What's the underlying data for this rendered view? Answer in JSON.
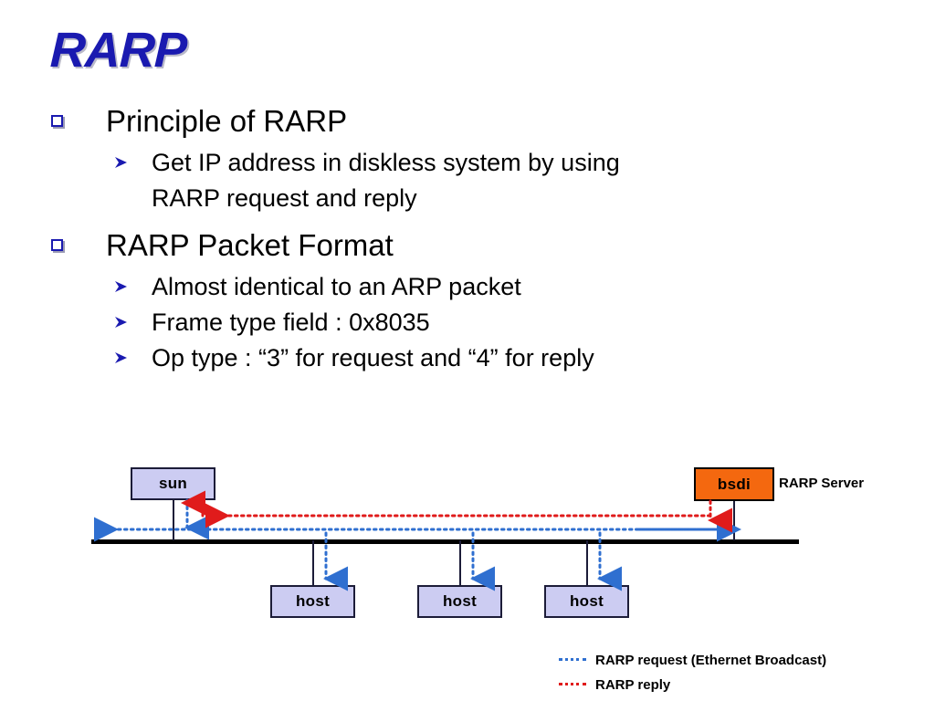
{
  "slide": {
    "title": "RARP"
  },
  "content": {
    "sections": [
      {
        "heading": "Principle of RARP",
        "sub": [
          {
            "text": "Get  IP address in diskless system by using",
            "continuation": "RARP request and reply"
          }
        ]
      },
      {
        "heading": "RARP Packet Format",
        "sub": [
          {
            "text": "Almost identical to an ARP packet",
            "continuation": ""
          },
          {
            "text": "Frame type field : 0x8035",
            "continuation": ""
          },
          {
            "text": "Op type : “3” for request and “4” for reply",
            "continuation": ""
          }
        ]
      }
    ]
  },
  "diagram": {
    "nodes": {
      "sun": "sun",
      "bsdi": "bsdi",
      "host1": "host",
      "host2": "host",
      "host3": "host"
    },
    "server_label": "RARP Server",
    "colors": {
      "node_fill": "#ccccf2",
      "node_border": "#1c1c38",
      "server_fill": "#f4680f",
      "server_border": "#000000",
      "bus": "#000000",
      "request_line": "#2f6fd0",
      "reply_line": "#e01b1b"
    }
  },
  "legend": {
    "items": [
      {
        "label": "RARP request (Ethernet Broadcast)",
        "color": "#2f6fd0"
      },
      {
        "label": "RARP reply",
        "color": "#e01b1b"
      }
    ]
  }
}
